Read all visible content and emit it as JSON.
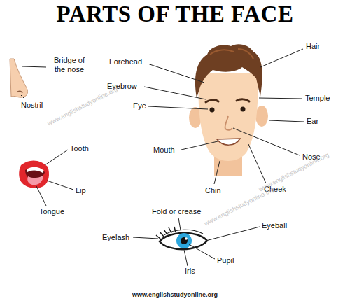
{
  "diagram": {
    "title": "PARTS OF THE FACE",
    "labels": [
      "Bridge of the nose",
      "Nostril",
      "Forehead",
      "Eyebrow",
      "Eye",
      "Hair",
      "Temple",
      "Ear",
      "Nose",
      "Mouth",
      "Chin",
      "Cheek",
      "Tooth",
      "Lip",
      "Tongue",
      "Fold or crease",
      "Eyelash",
      "Eyeball",
      "Pupil",
      "Iris",
      "www.englishstudyonline.org",
      "www.englishstudyonline.org",
      "www.englishstudyonline.org",
      "www.englishstudyonline.org"
    ]
  }
}
